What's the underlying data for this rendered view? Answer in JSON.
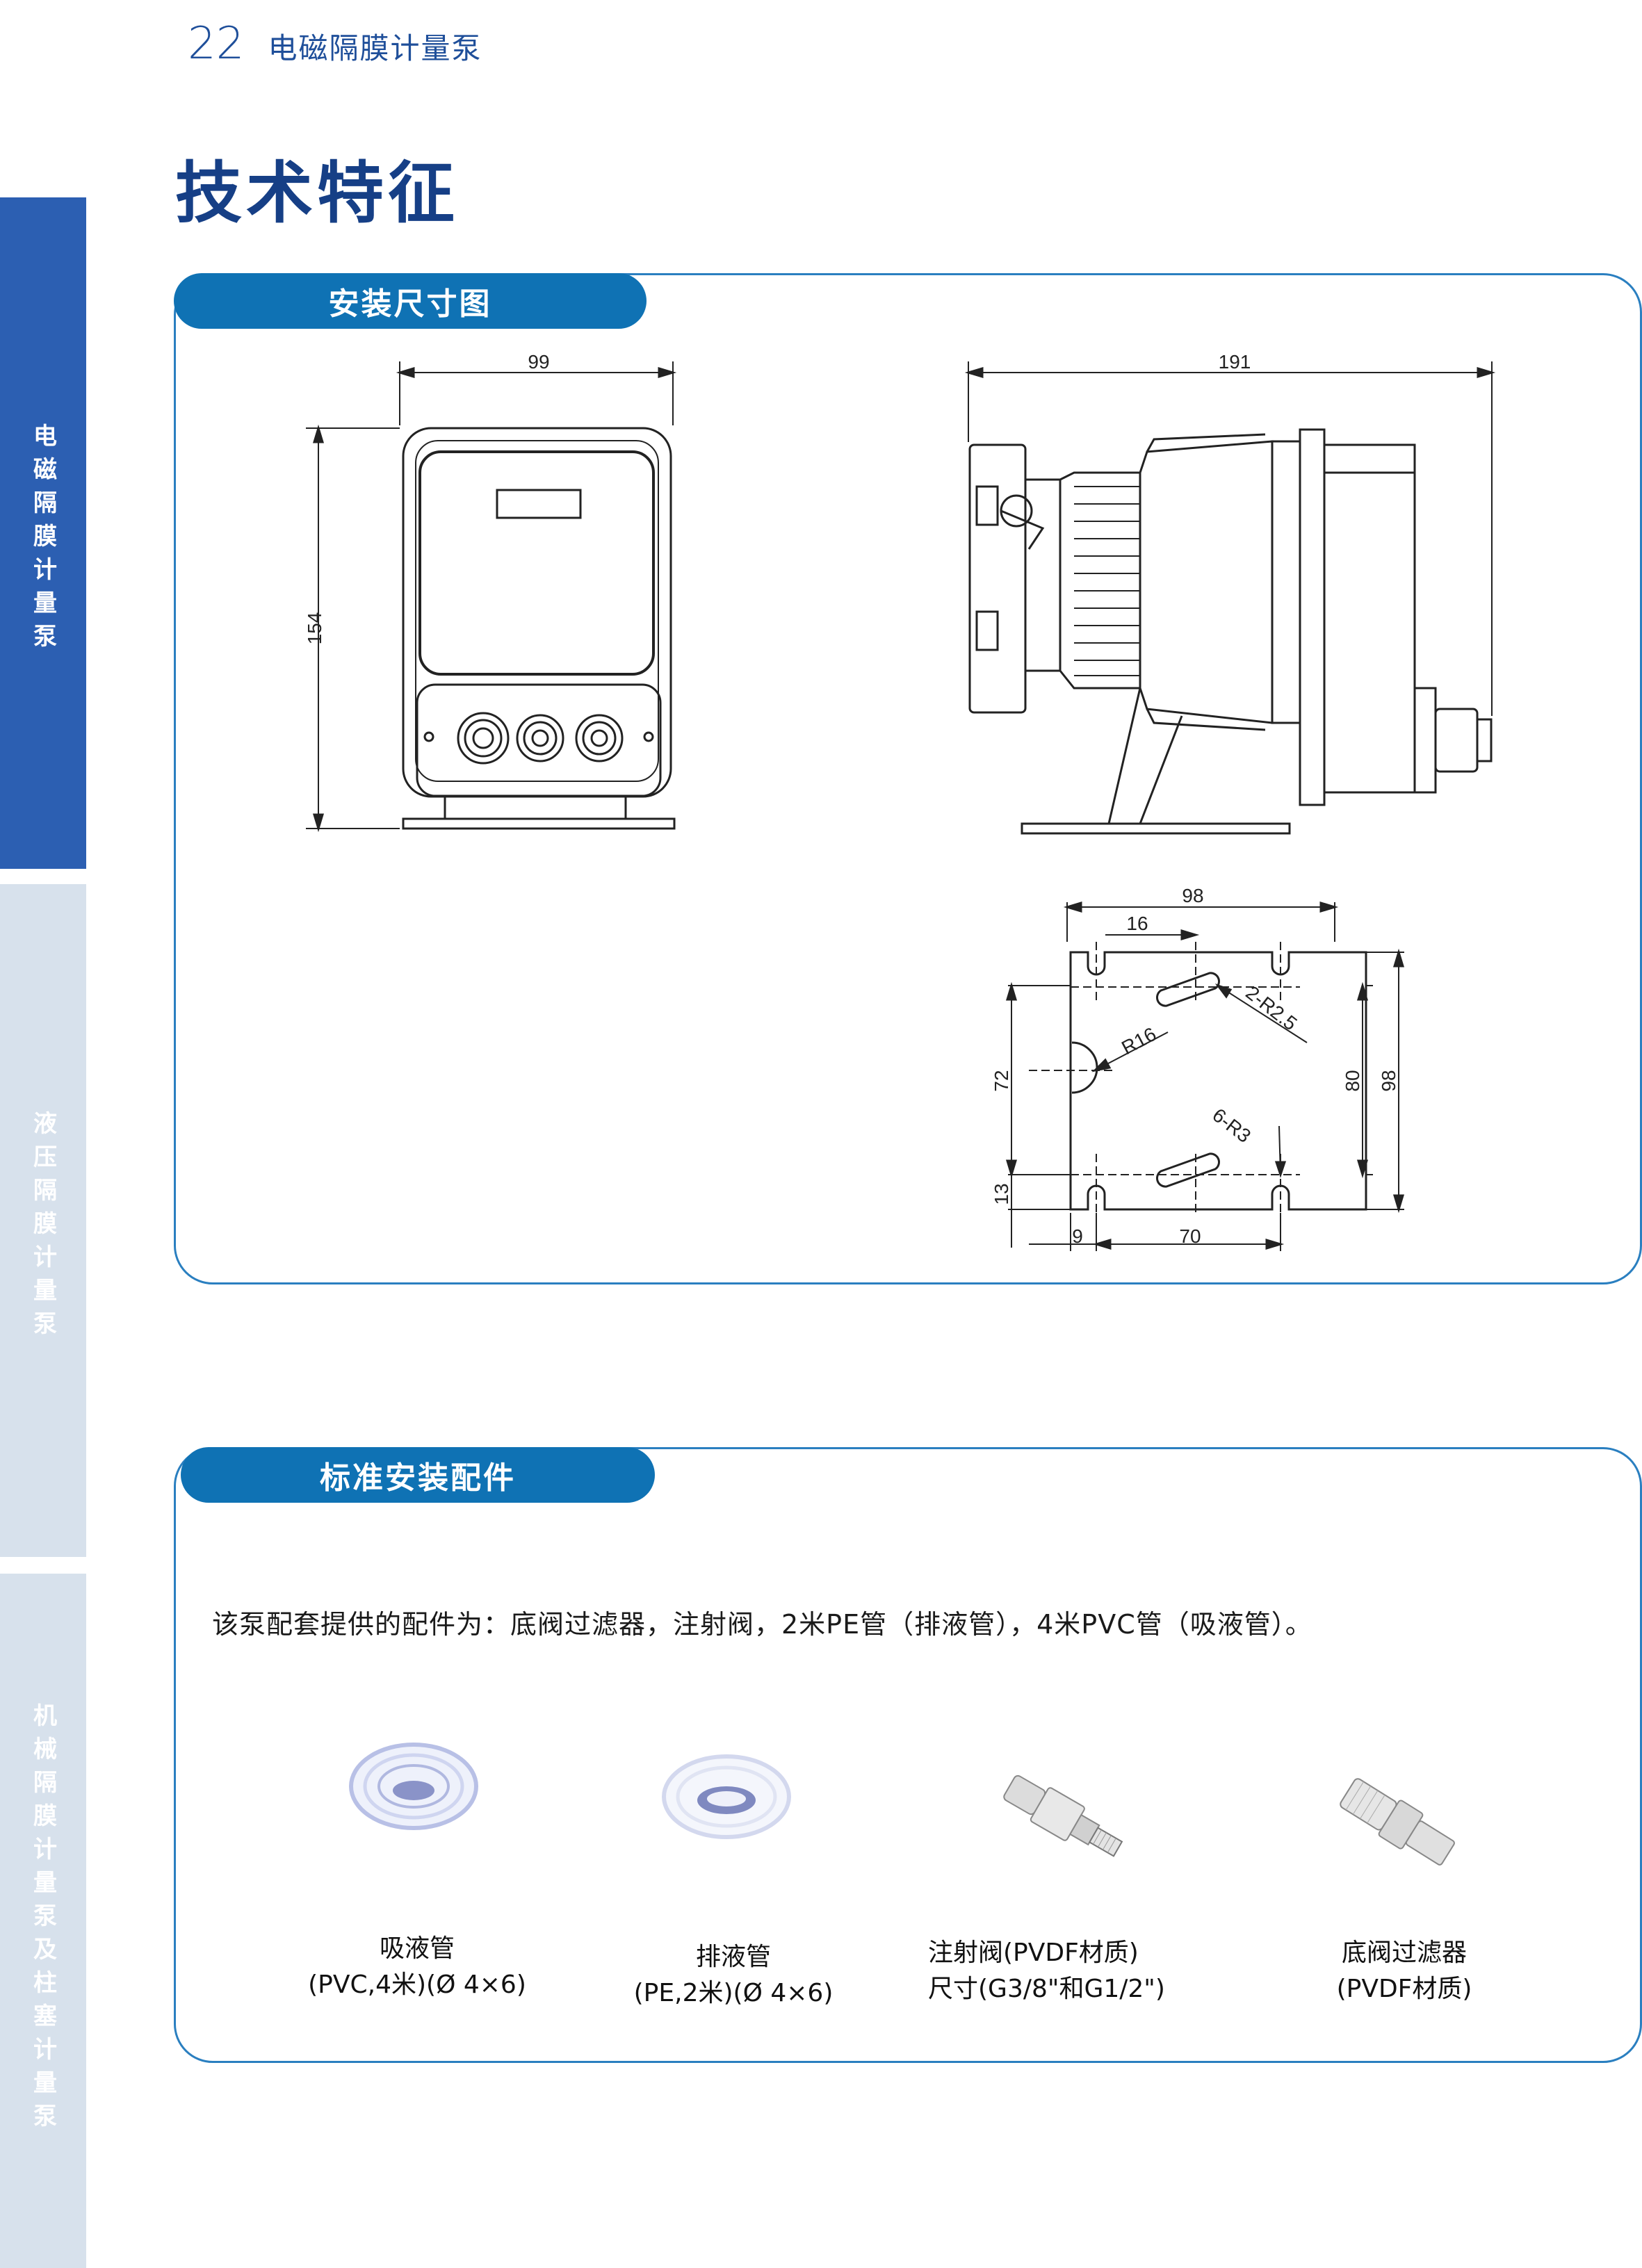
{
  "header": {
    "page_number": "22",
    "title": "电磁隔膜计量泵"
  },
  "main_title": "技术特征",
  "side_tabs": [
    "电磁隔膜计量泵",
    "液压隔膜计量泵",
    "机械隔膜计量泵及柱塞计量泵"
  ],
  "section1": {
    "title": "安装尺寸图",
    "dims": {
      "front_width": "99",
      "front_height": "154",
      "side_length": "191",
      "base_width": "98",
      "base_offset": "16",
      "slot_radius": "2-R2.5",
      "arc_radius": "R16",
      "hole_radius": "6-R3",
      "height_72": "72",
      "height_13": "13",
      "height_80": "80",
      "height_98": "98",
      "left_9": "9",
      "span_70": "70"
    }
  },
  "section2": {
    "title": "标准安装配件",
    "intro": "该泵配套提供的配件为：底阀过滤器，注射阀，2米PE管（排液管），4米PVC管（吸液管）。",
    "items": [
      {
        "line1": "吸液管",
        "line2": "(PVC,4米)(Ø 4×6)"
      },
      {
        "line1": "排液管",
        "line2": "(PE,2米)(Ø 4×6)"
      },
      {
        "line1": "注射阀(PVDF材质)",
        "line2": "尺寸(G3/8\"和G1/2\")"
      },
      {
        "line1": "底阀过滤器",
        "line2": "(PVDF材质)"
      }
    ]
  }
}
